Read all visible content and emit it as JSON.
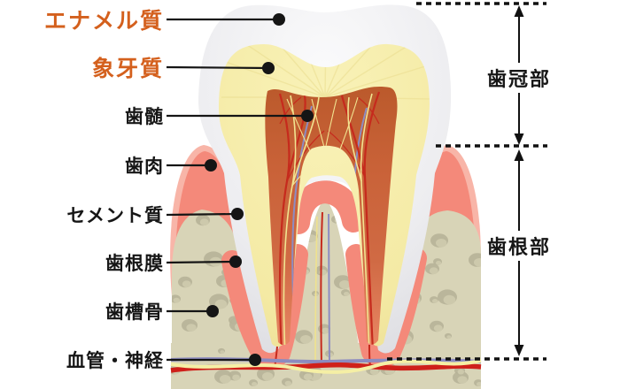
{
  "labels": {
    "parts": [
      {
        "id": "enamel",
        "text": "エナメル質",
        "emphasis": true
      },
      {
        "id": "dentin",
        "text": "象牙質",
        "emphasis": true
      },
      {
        "id": "pulp",
        "text": "歯髄"
      },
      {
        "id": "gum",
        "text": "歯肉"
      },
      {
        "id": "cementum",
        "text": "セメント質"
      },
      {
        "id": "periodontal-membrane",
        "text": "歯根膜"
      },
      {
        "id": "alveolar-bone",
        "text": "歯槽骨"
      },
      {
        "id": "vessels-nerves",
        "text": "血管・神経"
      }
    ],
    "regions": [
      {
        "id": "crown-region",
        "text": "歯冠部"
      },
      {
        "id": "root-region",
        "text": "歯根部"
      }
    ]
  },
  "colors": {
    "label_accent": "#d4601d",
    "label_text": "#161616",
    "leader_line": "#151515",
    "enamel_gray": "#e9e9ec",
    "dentin_yellow": "#f4eaa4",
    "pulp_orange": "#c96438",
    "gum_outer_pink": "#f8b5a8",
    "gum_inner_salmon": "#f4897a",
    "bone_beige": "#d8d4b7",
    "bone_pebble": "#b7b398",
    "artery_red": "#cf201a",
    "nerve_yellow": "#f5efa5",
    "vein_blue": "#8c8bc0"
  }
}
